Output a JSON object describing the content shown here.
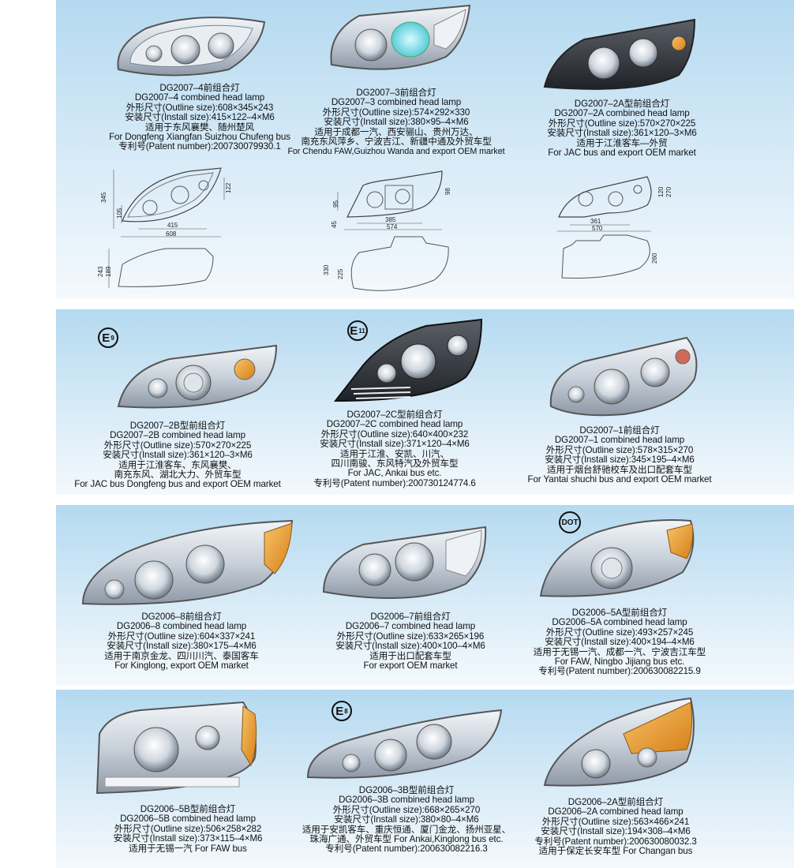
{
  "catalog": {
    "section_1": {
      "items": [
        {
          "title": "DG2007–4前组合灯",
          "subtitle": "DG2007–4 combined head lamp",
          "outline": "外形尺寸(Outline size):608×345×243",
          "install": "安装尺寸(Install size):415×122–4×M6",
          "applicable_cn": "适用于东风襄樊、随州楚风",
          "applicable_en": "For Dongfeng Xiangfan Suizhou Chufeng bus",
          "patent": "专利号(Patent number):200730079930.1",
          "drawing_dims": {
            "width_total": "608",
            "width_mount": "415",
            "height_total": "345",
            "height_mount": "122",
            "left_mount": "105",
            "depth_total": "243",
            "depth_mount": "189"
          }
        },
        {
          "title": "DG2007–3前组合灯",
          "subtitle": "DG2007–3 combined head lamp",
          "outline": "外形尺寸(Outline size):574×292×330",
          "install": "安装尺寸(Install size):380×95–4×M6",
          "applicable_cn_1": "适用于成都一汽、西安骊山、贵州万达、",
          "applicable_cn_2": "南充东风萍乡、宁波吉江、新疆中通及外贸车型",
          "applicable_en": "For Chendu FAW,Guizhou Wanda and export OEM market",
          "drawing_dims": {
            "width_total": "574",
            "width_mount": "385",
            "height_a": "95",
            "height_b": "45",
            "right_mount": "98",
            "depth_total": "330",
            "depth_mount": "225"
          }
        },
        {
          "title": "DG2007–2A型前组合灯",
          "subtitle": "DG2007–2A combined  head lamp",
          "outline": "外形尺寸(Outline size):570×270×225",
          "install": "安装尺寸(Install size):361×120–3×M6",
          "applicable_cn": "适用于江淮客车—外贸",
          "applicable_en": "For JAC bus and export OEM market",
          "drawing_dims": {
            "width_total": "570",
            "width_mount": "361",
            "height_mount": "120",
            "height_total": "270",
            "depth_total": "260"
          }
        }
      ]
    },
    "section_2": {
      "items": [
        {
          "badge": "E9",
          "badge_main": "E",
          "badge_sub": "9",
          "title": "DG2007–2B型前组合灯",
          "subtitle": "DG2007–2B combined head lamp",
          "outline": "外形尺寸(Outline size):570×270×225",
          "install": "安装尺寸(Install size):361×120–3×M6",
          "applicable_cn_1": "适用于江淮客车、东风襄樊、",
          "applicable_cn_2": "南充东风、湖北大力、外贸车型",
          "applicable_en": "For JAC bus Dongfeng bus and export OEM market"
        },
        {
          "badge": "E11",
          "badge_main": "E",
          "badge_sub": "11",
          "title": "DG2007–2C型前组合灯",
          "subtitle": "DG2007–2C combined head lamp",
          "outline": "外形尺寸(Outline size):640×400×232",
          "install": "安装尺寸(Install size):371×120–4×M6",
          "applicable_cn_1": "适用于江淮、安凯、川汽、",
          "applicable_cn_2": "四川南骏、东风特汽及外贸车型",
          "applicable_en": "For JAC, Ankai bus etc.",
          "patent": "专利号(Patent number):200730124774.6"
        },
        {
          "title": "DG2007–1前组合灯",
          "subtitle": "DG2007–1 combined head lamp",
          "outline": "外形尺寸(Outline size):578×315×270",
          "install": "安装尺寸(Install size):345×195–4×M6",
          "applicable_cn": "适用于烟台舒驰校车及出口配套车型",
          "applicable_en": "For  Yantai shuchi bus and export OEM market"
        }
      ]
    },
    "section_3": {
      "items": [
        {
          "title": "DG2006–8前组合灯",
          "subtitle": "DG2006–8 combined head lamp",
          "outline": "外形尺寸(Outline size):604×337×241",
          "install": "安装尺寸(Install size):380×175–4×M6",
          "applicable_cn": "适用于南京金龙、四川川汽、泰国客车",
          "applicable_en": "For Kinglong, export OEM market"
        },
        {
          "title": "DG2006–7前组合灯",
          "subtitle": "DG2006–7 combined head lamp",
          "outline": "外形尺寸(Outline size):633×265×196",
          "install": "安装尺寸(Install size):400×100–4×M6",
          "applicable_cn": "适用于出口配套车型",
          "applicable_en": "For export OEM market"
        },
        {
          "badge": "DOT",
          "title": "DG2006–5A型前组合灯",
          "subtitle": "DG2006–5A combined head lamp",
          "outline": "外形尺寸(Outline size):493×257×245",
          "install": "安装尺寸(Install size):400×194–4×M6",
          "applicable_cn": "适用于无锡一汽、成都一汽、宁波吉江车型",
          "applicable_en": "For FAW, Ningbo Jijiang bus etc.",
          "patent": "专利号(Patent number):200630082215.9"
        }
      ]
    },
    "section_4": {
      "items": [
        {
          "title": "DG2006–5B型前组合灯",
          "subtitle": "DG2006–5B combined head lamp",
          "outline": "外形尺寸(Outline size):506×258×282",
          "install": "安装尺寸(Install size):373×115–4×M6",
          "applicable": "适用于无锡一汽  For FAW bus"
        },
        {
          "badge": "E8",
          "badge_main": "E",
          "badge_sub": "8",
          "title": "DG2006–3B型前组合灯",
          "subtitle": "DG2006–3B combined head lamp",
          "outline": "外形尺寸(Outline size):668×265×270",
          "install": "安装尺寸(Install size):380×80–4×M6",
          "applicable_cn": "适用于安凯客车、重庆恒通、厦门金龙、扬州亚星、",
          "applicable_mixed": "珠海广通、外贸车型   For Ankai,Kinglong bus etc.",
          "patent": "专利号(Patent number):200630082216.3"
        },
        {
          "title": "DG2006–2A型前组合灯",
          "subtitle": "DG2006–2A combined head lamp",
          "outline": "外形尺寸(Outline size):563×466×241",
          "install": "安装尺寸(Install size):194×308–4×M6",
          "patent": "专利号(Patent number):200630080032.3",
          "applicable": "适用于保定长安车型   For Changan bus"
        }
      ]
    }
  },
  "colors": {
    "panel_top": "#b4d9f0",
    "panel_bottom": "#f4f9fd",
    "amber": "#e8a23a",
    "chrome": "#d9dfe6"
  }
}
